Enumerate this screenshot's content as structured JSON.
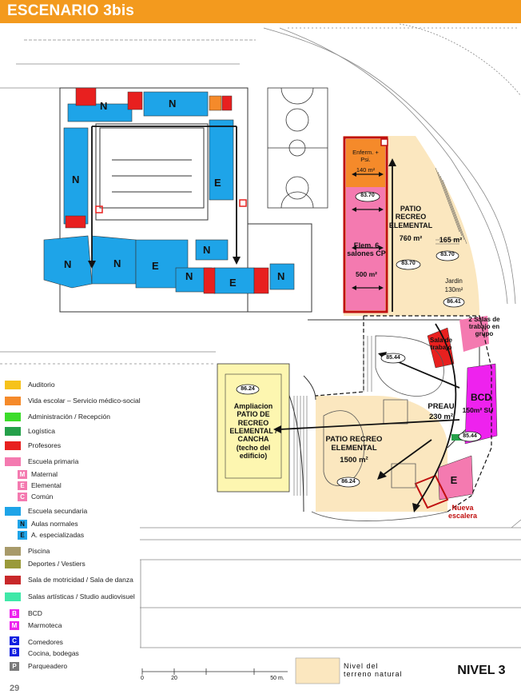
{
  "title": "ESCENARIO 3bis",
  "page_number": "29",
  "level": "NIVEL 3",
  "terrain_legend": "Nivel del terreno natural",
  "colors": {
    "orange_header": "#f39a1e",
    "secondary_blue": "#1ea4e8",
    "primary_pink": "#f47ab0",
    "vida_orange": "#f58a2a",
    "profesores_red": "#e8201f",
    "terrain": "#fbe7bf",
    "bcd_magenta": "#ee22ee"
  },
  "plan_labels": {
    "enferm": "Enferm. + Psi.",
    "enferm_area": "140 m²",
    "elev_8370_a": "83.70",
    "elev_8370_b": "83.70",
    "elev_8370_c": "83.70",
    "elem_salones": "Elem. 6 salones CP",
    "elem_area": "500 m²",
    "patio_recreo_top": "PATIO RECREO ELEMENTAL",
    "patio_recreo_top_area": "760 m²",
    "area_165": "165 m²",
    "jardin": "Jardin",
    "jardin_area": "130m²",
    "elev_8641": "86.41",
    "salas_trabajo": "2 Salas de trabajo en grupo",
    "sala_trabajo": "Sala de trabajo",
    "elev_8544_a": "85.44",
    "elev_8544_b": "85.44",
    "bcd": "BCD",
    "bcd_area": "150m² SU",
    "preau": "PREAU",
    "preau_area": "230 m²",
    "patio_main": "PATIO RECREO ELEMENTAL",
    "patio_main_area": "1500 m²",
    "elev_8624_a": "86.24",
    "elev_8624_b": "86.24",
    "ampliacion": "Ampliacion PATIO DE RECREO ELEMENTAL / CANCHA (techo del edificio)",
    "nueva_escalera": "Nueva escalera",
    "letter_e_block": "E",
    "scale_0": "0",
    "scale_20": "20",
    "scale_50": "50 m."
  },
  "legend": [
    {
      "label": "Auditorio",
      "color": "#f6c21a"
    },
    {
      "label": "Vida escolar – Servicio médico-social",
      "color": "#f58a2a"
    },
    {
      "label": "Administración / Recepción",
      "color": "#3bdc2a"
    },
    {
      "label": "Logística",
      "color": "#25a04a"
    },
    {
      "label": "Profesores",
      "color": "#e8201f"
    },
    {
      "label": "Escuela primaria",
      "color": "#f47ab0"
    },
    {
      "label": "Escuela secundaria",
      "color": "#1ea4e8"
    },
    {
      "label": "Piscina",
      "color": "#a89a6a"
    },
    {
      "label": "Deportes / Vestiers",
      "color": "#9a9a3a"
    },
    {
      "label": "Sala de motricidad / Sala de danza",
      "color": "#c8282a"
    },
    {
      "label": "Salas artísticas / Studio audiovisuel",
      "color": "#3fe8a8"
    },
    {
      "label": "Parqueadero",
      "color": "#7a7a7a"
    }
  ],
  "sub_keys": {
    "primaria": [
      {
        "key": "M",
        "label": "Maternal"
      },
      {
        "key": "E",
        "label": "Elemental"
      },
      {
        "key": "C",
        "label": "Común"
      }
    ],
    "secundaria": [
      {
        "key": "N",
        "label": "Aulas normales"
      },
      {
        "key": "E",
        "label": "A. especializadas"
      }
    ],
    "bcd": [
      {
        "key": "B",
        "label": "BCD",
        "color": "#ee22ee"
      },
      {
        "key": "M",
        "label": "Marmoteca",
        "color": "#ee22ee"
      }
    ],
    "comedor": [
      {
        "key": "C",
        "label": "Comedores",
        "color": "#1020e0"
      },
      {
        "key": "B",
        "label": "Cocina, bodegas",
        "color": "#1020e0"
      }
    ],
    "parking_key": "P"
  }
}
